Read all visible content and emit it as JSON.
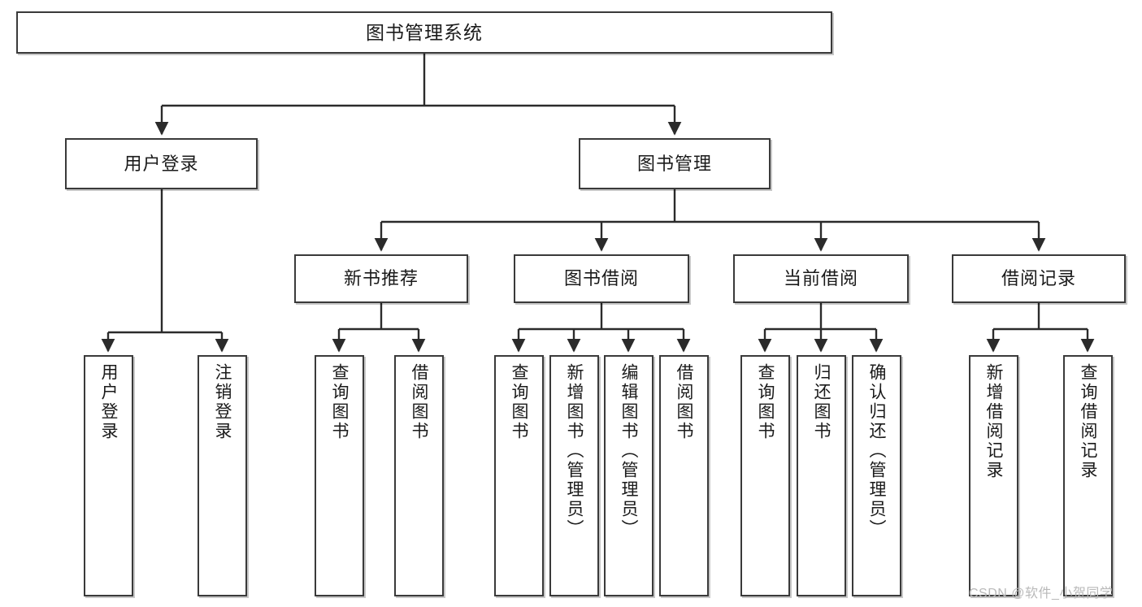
{
  "diagram": {
    "type": "tree-hierarchy",
    "title": "图书管理系统",
    "watermark": "CSDN @软件_小贺同学",
    "colors": {
      "box_border": "#3a3a3a",
      "box_fill": "#ffffff",
      "connector": "#2b2b2b",
      "text": "#1a1a1a",
      "watermark": "#b9b9b9",
      "background": "#ffffff"
    },
    "levels": {
      "level1": "系统根节点",
      "level2": "主功能模块",
      "level3": "子功能模块",
      "level4": "操作叶节点"
    },
    "nodes": {
      "root": {
        "label": "图书管理系统"
      },
      "level2": [
        {
          "label": "用户登录"
        },
        {
          "label": "图书管理"
        }
      ],
      "level3": [
        {
          "label": "新书推荐"
        },
        {
          "label": "图书借阅"
        },
        {
          "label": "当前借阅"
        },
        {
          "label": "借阅记录"
        }
      ],
      "leaves_user_login": [
        {
          "label": "用户登录"
        },
        {
          "label": "注销登录"
        }
      ],
      "leaves_new_book": [
        {
          "label": "查询图书"
        },
        {
          "label": "借阅图书"
        }
      ],
      "leaves_book_borrow": [
        {
          "label": "查询图书"
        },
        {
          "label": "新增图书（管理员）"
        },
        {
          "label": "编辑图书（管理员）"
        },
        {
          "label": "借阅图书"
        }
      ],
      "leaves_current_borrow": [
        {
          "label": "查询图书"
        },
        {
          "label": "归还图书"
        },
        {
          "label": "确认归还（管理员）"
        }
      ],
      "leaves_borrow_record": [
        {
          "label": "新增借阅记录"
        },
        {
          "label": "查询借阅记录"
        }
      ]
    },
    "edges": [
      {
        "from": "图书管理系统",
        "to": "用户登录"
      },
      {
        "from": "图书管理系统",
        "to": "图书管理"
      },
      {
        "from": "用户登录",
        "to": "用户登录"
      },
      {
        "from": "用户登录",
        "to": "注销登录"
      },
      {
        "from": "图书管理",
        "to": "新书推荐"
      },
      {
        "from": "图书管理",
        "to": "图书借阅"
      },
      {
        "from": "图书管理",
        "to": "当前借阅"
      },
      {
        "from": "图书管理",
        "to": "借阅记录"
      },
      {
        "from": "新书推荐",
        "to": "查询图书"
      },
      {
        "from": "新书推荐",
        "to": "借阅图书"
      },
      {
        "from": "图书借阅",
        "to": "查询图书"
      },
      {
        "from": "图书借阅",
        "to": "新增图书（管理员）"
      },
      {
        "from": "图书借阅",
        "to": "编辑图书（管理员）"
      },
      {
        "from": "图书借阅",
        "to": "借阅图书"
      },
      {
        "from": "当前借阅",
        "to": "查询图书"
      },
      {
        "from": "当前借阅",
        "to": "归还图书"
      },
      {
        "from": "当前借阅",
        "to": "确认归还（管理员）"
      },
      {
        "from": "借阅记录",
        "to": "新增借阅记录"
      },
      {
        "from": "借阅记录",
        "to": "查询借阅记录"
      }
    ]
  }
}
